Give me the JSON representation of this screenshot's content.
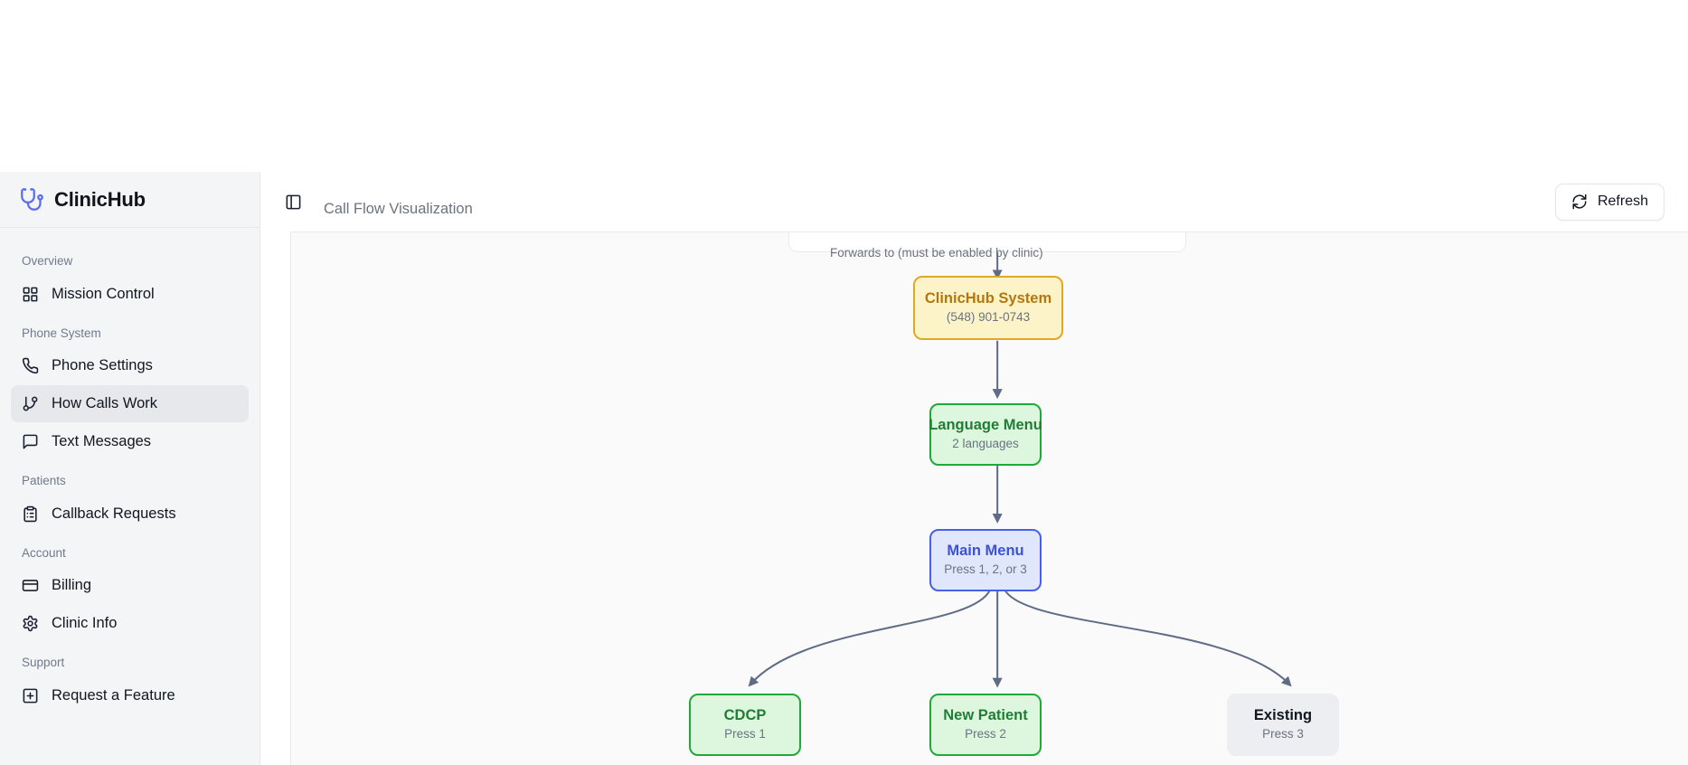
{
  "sidebar": {
    "brand": {
      "name": "ClinicHub",
      "icon": "stethoscope-icon"
    },
    "sections": [
      {
        "title": "Overview",
        "items": [
          {
            "label": "Mission Control",
            "icon": "layout-grid-icon",
            "active": false
          }
        ]
      },
      {
        "title": "Phone System",
        "items": [
          {
            "label": "Phone Settings",
            "icon": "phone-icon",
            "active": false
          },
          {
            "label": "How Calls Work",
            "icon": "git-branch-icon",
            "active": true
          },
          {
            "label": "Text Messages",
            "icon": "message-square-icon",
            "active": false
          }
        ]
      },
      {
        "title": "Patients",
        "items": [
          {
            "label": "Callback Requests",
            "icon": "clipboard-list-icon",
            "active": false
          }
        ]
      },
      {
        "title": "Account",
        "items": [
          {
            "label": "Billing",
            "icon": "credit-card-icon",
            "active": false
          },
          {
            "label": "Clinic Info",
            "icon": "gear-icon",
            "active": false
          }
        ]
      },
      {
        "title": "Support",
        "items": [
          {
            "label": "Request a Feature",
            "icon": "square-plus-icon",
            "active": false
          }
        ]
      }
    ]
  },
  "topbar": {
    "toggle_icon": "panel-left-icon",
    "title": "Call Flow Visualization",
    "refresh": {
      "label": "Refresh",
      "icon": "refresh-cw-icon"
    }
  },
  "flow": {
    "edge_labels": [
      {
        "text": "Forwards to (must be enabled by clinic)"
      }
    ],
    "nodes": [
      {
        "id": "clinic-phone",
        "title": "",
        "sub": "",
        "variant": "white"
      },
      {
        "id": "clinichub",
        "title": "ClinicHub System",
        "sub": "(548) 901-0743",
        "variant": "amber"
      },
      {
        "id": "language-menu",
        "title": "Language Menu",
        "sub": "2 languages",
        "variant": "green"
      },
      {
        "id": "main-menu",
        "title": "Main Menu",
        "sub": "Press 1, 2, or 3",
        "variant": "blue"
      },
      {
        "id": "cdcp",
        "title": "CDCP",
        "sub": "Press 1",
        "variant": "green"
      },
      {
        "id": "new-patient",
        "title": "New Patient",
        "sub": "Press 2",
        "variant": "green"
      },
      {
        "id": "existing",
        "title": "Existing",
        "sub": "Press 3",
        "variant": "grey"
      }
    ],
    "colors": {
      "amber_border": "#e0a826",
      "amber_fill": "#fdf3c8",
      "green_border": "#22a83a",
      "green_fill": "#ddf7de",
      "blue_border": "#4660e8",
      "blue_fill": "#e0e7fd",
      "grey_fill": "#eceef1",
      "edge_stroke": "#5f6c85"
    }
  }
}
